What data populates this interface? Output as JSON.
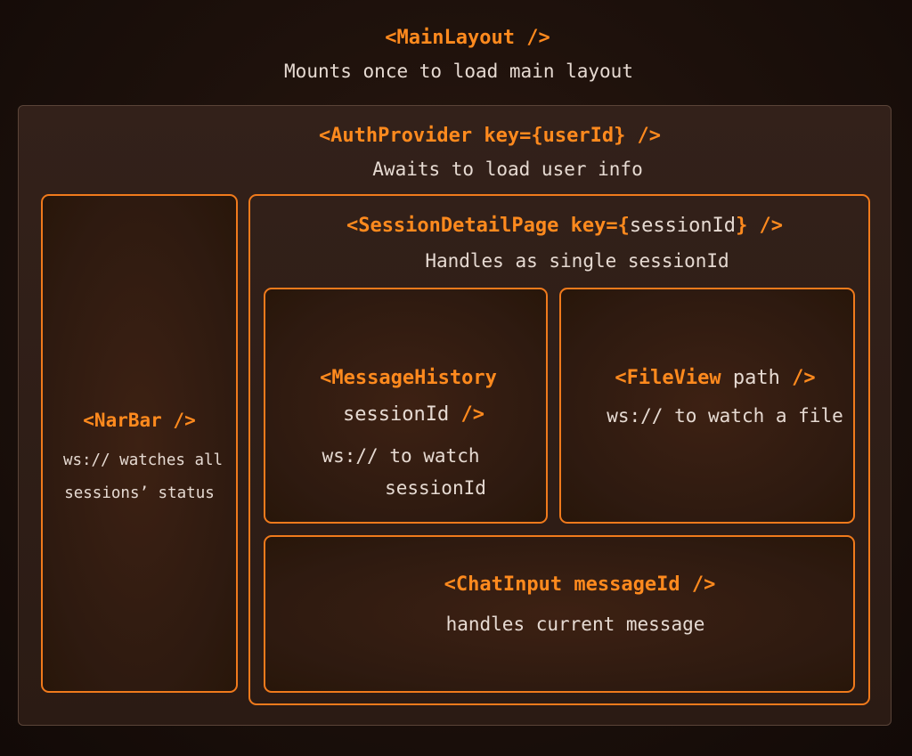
{
  "main_layout": {
    "title": "<MainLayout />",
    "subtitle": "Mounts once to load main layout"
  },
  "auth_provider": {
    "title": "<AuthProvider key={userId} />",
    "subtitle": "Awaits to load user info"
  },
  "nar_bar": {
    "title": "<NarBar />",
    "desc_line1": "ws:// watches all",
    "desc_line2": "sessions’ status"
  },
  "session_detail_page": {
    "title_prefix": "<SessionDetailPage key={",
    "title_param": "sessionId",
    "title_suffix": "} />",
    "subtitle": "Handles as single sessionId"
  },
  "message_history": {
    "title_line1": "<MessageHistory",
    "title_line2_param": "sessionId",
    "title_line2_suffix": " />",
    "desc_line1": "ws:// to watch",
    "desc_line2": "sessionId"
  },
  "file_view": {
    "title_prefix": "<FileView",
    "title_param": " path",
    "title_suffix": " />",
    "desc": "ws:// to watch a file"
  },
  "chat_input": {
    "title": "<ChatInput messageId />",
    "desc": "handles current message"
  },
  "colors": {
    "accent": "#f07a1c",
    "title_text": "#ff8a1e",
    "body_text": "#e6dad2",
    "background": "#1c100b"
  }
}
